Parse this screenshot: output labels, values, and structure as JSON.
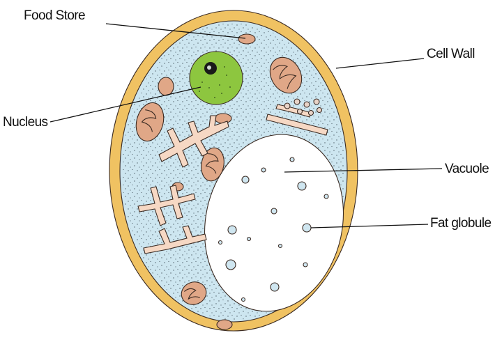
{
  "labels": {
    "food_store": "Food Store",
    "cell_wall": "Cell Wall",
    "nucleus": "Nucleus",
    "vacuole": "Vacuole",
    "fat_globule": "Fat globule"
  },
  "colors": {
    "cell_wall": "#f0c262",
    "cytoplasm": "#cde6f0",
    "nucleus": "#8dc63f",
    "mitochondria": "#e0a787",
    "er": "#f6d8c4",
    "vacuole": "#ffffff",
    "fat_globule": "#cfe6f0",
    "ink": "#3a2a22"
  }
}
